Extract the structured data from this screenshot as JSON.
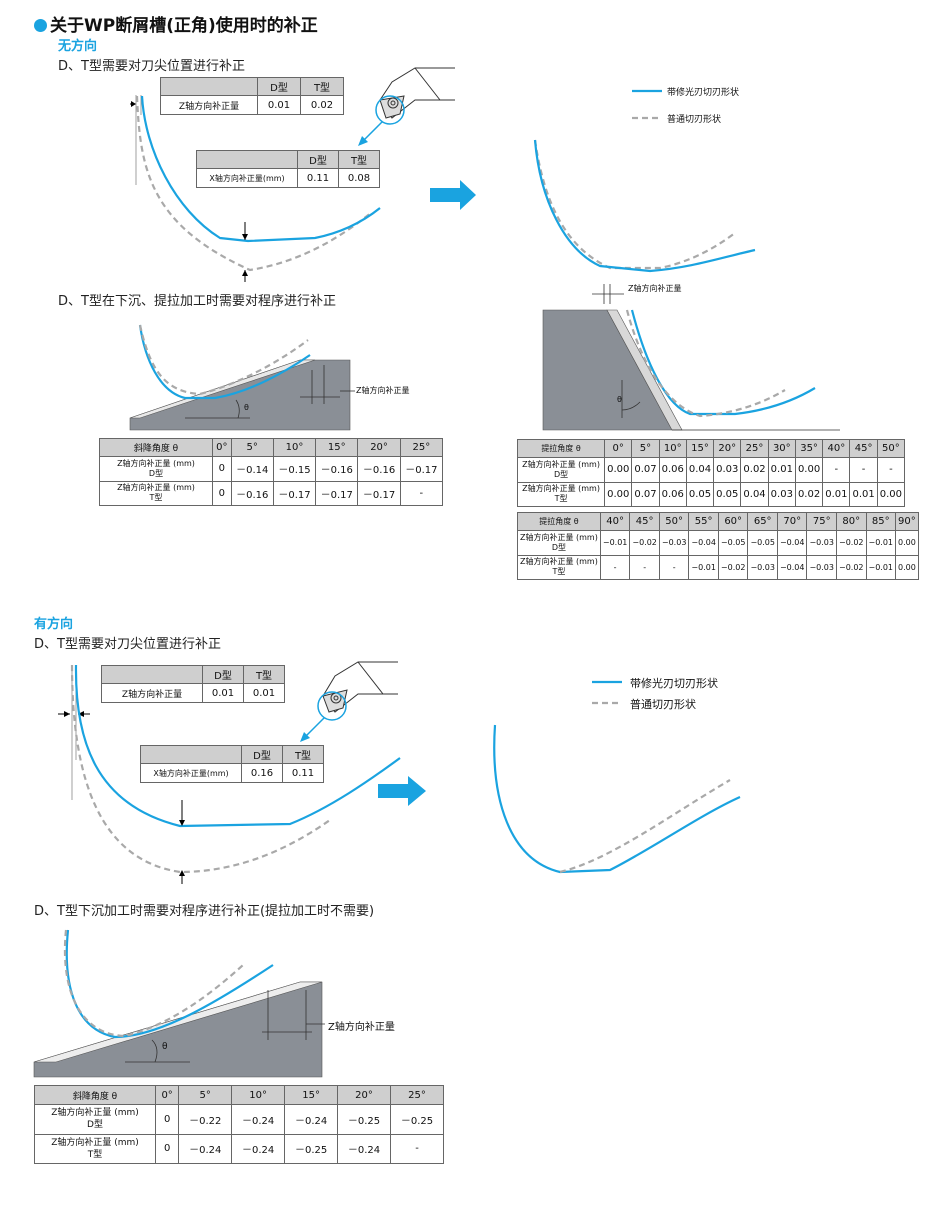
{
  "title": "关于WP断屑槽(正角)使用时的补正",
  "section_no_dir": {
    "heading": "无方向",
    "sub1": "D、T型需要对刀尖位置进行补正",
    "z_table": {
      "headers": [
        "D型",
        "T型"
      ],
      "row_label": "Z轴方向补正量",
      "values": [
        "0.01",
        "0.02"
      ]
    },
    "x_table": {
      "headers": [
        "D型",
        "T型"
      ],
      "row_label": "X轴方向补正量(mm)",
      "values": [
        "0.11",
        "0.08"
      ]
    },
    "legend_wiper": "带修光刃切刃形状",
    "legend_normal": "普通切刃形状",
    "z_comp_label": "Z轴方向补正量",
    "sub2": "D、T型在下沉、提拉加工时需要对程序进行补正",
    "theta": "θ",
    "plunge_table": {
      "angle_label": "斜降角度 θ",
      "angles": [
        "0°",
        "5°",
        "10°",
        "15°",
        "20°",
        "25°"
      ],
      "row1_label": "Z轴方向补正量 (mm)",
      "row1_type": "D型",
      "row1": [
        "0",
        "－0.14",
        "－0.15",
        "－0.16",
        "－0.16",
        "－0.17"
      ],
      "row2_label": "Z轴方向补正量 (mm)",
      "row2_type": "T型",
      "row2": [
        "0",
        "－0.16",
        "－0.17",
        "－0.17",
        "－0.17",
        "-"
      ]
    },
    "lift_table1": {
      "angle_label": "提拉角度 θ",
      "angles": [
        "0°",
        "5°",
        "10°",
        "15°",
        "20°",
        "25°",
        "30°",
        "35°",
        "40°",
        "45°",
        "50°"
      ],
      "row1_label": "Z轴方向补正量 (mm)",
      "row1_type": "D型",
      "row1": [
        "0.00",
        "0.07",
        "0.06",
        "0.04",
        "0.03",
        "0.02",
        "0.01",
        "0.00",
        "-",
        "-",
        "-"
      ],
      "row2_label": "Z轴方向补正量 (mm)",
      "row2_type": "T型",
      "row2": [
        "0.00",
        "0.07",
        "0.06",
        "0.05",
        "0.05",
        "0.04",
        "0.03",
        "0.02",
        "0.01",
        "0.01",
        "0.00"
      ]
    },
    "lift_table2": {
      "angle_label": "提拉角度 θ",
      "angles": [
        "40°",
        "45°",
        "50°",
        "55°",
        "60°",
        "65°",
        "70°",
        "75°",
        "80°",
        "85°",
        "90°"
      ],
      "row1_label": "Z轴方向补正量 (mm)",
      "row1_type": "D型",
      "row1": [
        "−0.01",
        "−0.02",
        "−0.03",
        "−0.04",
        "−0.05",
        "−0.05",
        "−0.04",
        "−0.03",
        "−0.02",
        "−0.01",
        "0.00"
      ],
      "row2_label": "Z轴方向补正量 (mm)",
      "row2_type": "T型",
      "row2": [
        "-",
        "-",
        "-",
        "−0.01",
        "−0.02",
        "−0.03",
        "−0.04",
        "−0.03",
        "−0.02",
        "−0.01",
        "0.00"
      ]
    }
  },
  "section_dir": {
    "heading": "有方向",
    "sub1": "D、T型需要对刀尖位置进行补正",
    "z_table": {
      "headers": [
        "D型",
        "T型"
      ],
      "row_label": "Z轴方向补正量",
      "values": [
        "0.01",
        "0.01"
      ]
    },
    "x_table": {
      "headers": [
        "D型",
        "T型"
      ],
      "row_label": "X轴方向补正量(mm)",
      "values": [
        "0.16",
        "0.11"
      ]
    },
    "legend_wiper": "带修光刃切刃形状",
    "legend_normal": "普通切刃形状",
    "sub2": "D、T型下沉加工时需要对程序进行补正(提拉加工时不需要)",
    "z_comp_label": "Z轴方向补正量",
    "theta": "θ",
    "plunge_table": {
      "angle_label": "斜降角度 θ",
      "angles": [
        "0°",
        "5°",
        "10°",
        "15°",
        "20°",
        "25°"
      ],
      "row1_label": "Z轴方向补正量 (mm)",
      "row1_type": "D型",
      "row1": [
        "0",
        "－0.22",
        "－0.24",
        "－0.24",
        "－0.25",
        "－0.25"
      ],
      "row2_label": "Z轴方向补正量 (mm)",
      "row2_type": "T型",
      "row2": [
        "0",
        "－0.24",
        "－0.24",
        "－0.25",
        "－0.24",
        "-"
      ]
    }
  },
  "colors": {
    "wiper": "#1aa3e0",
    "normal": "#a9a9a9",
    "accent": "#1aa3e0",
    "header_gray": "#cfcfcf",
    "workpiece": "#8a8f96"
  }
}
